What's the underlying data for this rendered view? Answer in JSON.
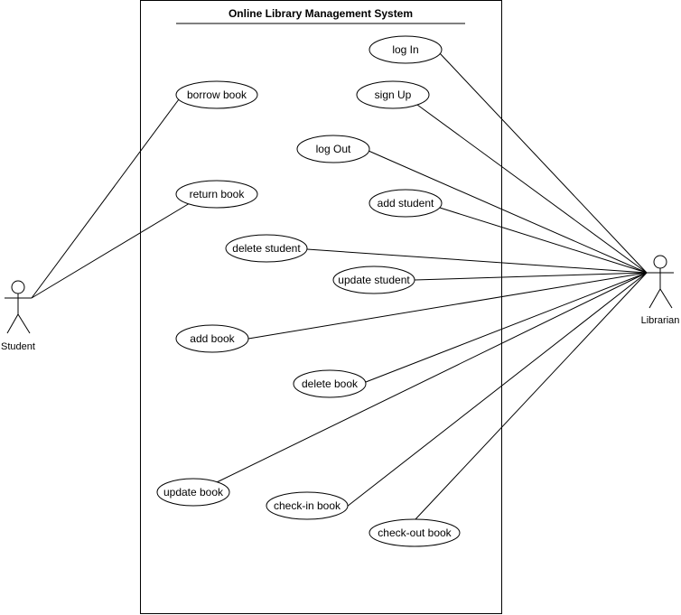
{
  "system": {
    "title": "Online Library Management System"
  },
  "actors": [
    {
      "id": "student",
      "name": "Student"
    },
    {
      "id": "librarian",
      "name": "Librarian"
    }
  ],
  "use_cases": [
    {
      "id": "log-in",
      "label": "log In",
      "actors": [
        "librarian"
      ]
    },
    {
      "id": "borrow-book",
      "label": "borrow book",
      "actors": [
        "student"
      ]
    },
    {
      "id": "sign-up",
      "label": "sign Up",
      "actors": [
        "librarian"
      ]
    },
    {
      "id": "log-out",
      "label": "log Out",
      "actors": [
        "librarian"
      ]
    },
    {
      "id": "return-book",
      "label": "return book",
      "actors": [
        "student"
      ]
    },
    {
      "id": "add-student",
      "label": "add student",
      "actors": [
        "librarian"
      ]
    },
    {
      "id": "delete-student",
      "label": "delete student",
      "actors": [
        "librarian"
      ]
    },
    {
      "id": "update-student",
      "label": "update student",
      "actors": [
        "librarian"
      ]
    },
    {
      "id": "add-book",
      "label": "add book",
      "actors": [
        "librarian"
      ]
    },
    {
      "id": "delete-book",
      "label": "delete book",
      "actors": [
        "librarian"
      ]
    },
    {
      "id": "update-book",
      "label": "update book",
      "actors": [
        "librarian"
      ]
    },
    {
      "id": "check-in-book",
      "label": "check-in book",
      "actors": [
        "librarian"
      ]
    },
    {
      "id": "check-out-book",
      "label": "check-out book",
      "actors": [
        "librarian"
      ]
    }
  ]
}
